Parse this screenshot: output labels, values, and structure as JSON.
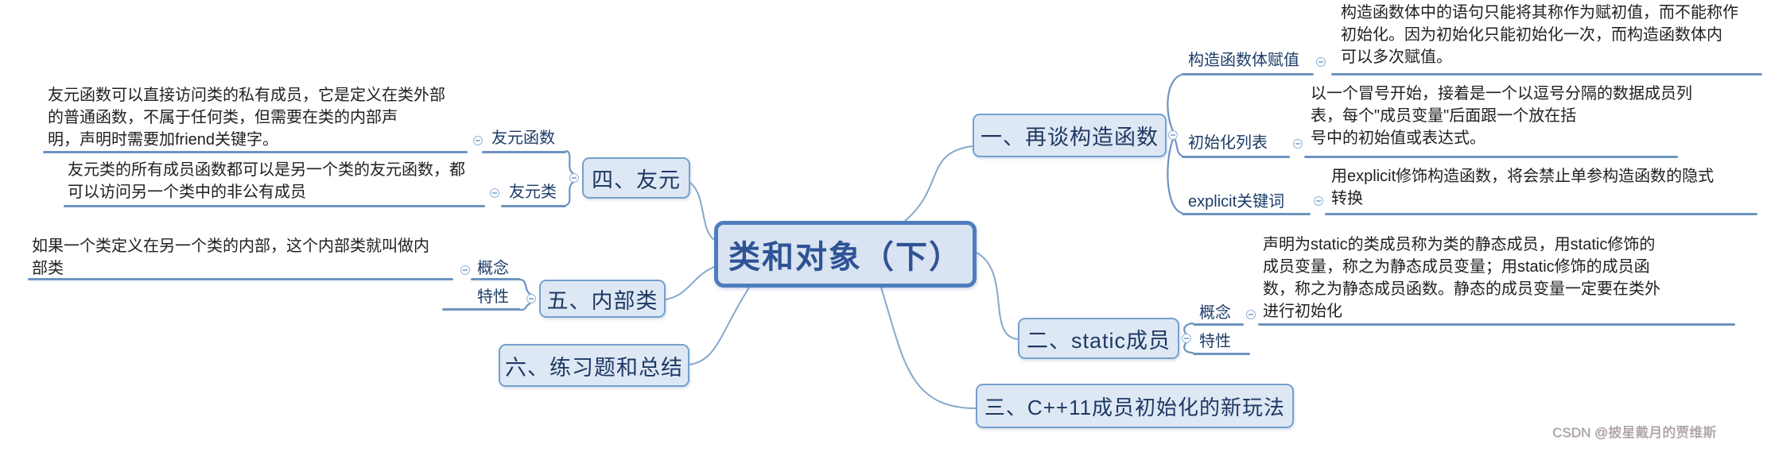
{
  "title": "类和对象（下）",
  "watermark": "CSDN @披星戴月的贾维斯",
  "colors": {
    "topic_fill": "#dee8f4",
    "topic_border": "#76a0cf",
    "root_border": "#4d7dbf",
    "line": "#6d94bf",
    "curve": "#85a8cd",
    "topic_text": "#1f3864",
    "detail_text": "#1f1f1f"
  },
  "branches": {
    "constructor": {
      "label": "一、再谈构造函数",
      "children": {
        "assign": {
          "label": "构造函数体赋值",
          "detail": [
            "构造函数体中的语句只能将其称作为赋初值，而不能称作",
            "初始化。因为初始化只能初始化一次，而构造函数体内",
            "可以多次赋值。"
          ]
        },
        "initlist": {
          "label": "初始化列表",
          "detail": [
            "以一个冒号开始，接着是一个以逗号分隔的数据成员列",
            "表，每个\"成员变量\"后面跟一个放在括",
            "号中的初始值或表达式。"
          ]
        },
        "explicit": {
          "label": "explicit关键词",
          "detail": [
            "用explicit修饰构造函数，将会禁止单参构造函数的隐式",
            "转换"
          ]
        }
      }
    },
    "static": {
      "label": "二、static成员",
      "children": {
        "concept": {
          "label": "概念",
          "detail": [
            "声明为static的类成员称为类的静态成员，用static修饰的",
            "成员变量，称之为静态成员变量；用static修饰的成员函",
            "数，称之为静态成员函数。静态的成员变量一定要在类外",
            "进行初始化"
          ]
        },
        "feature": {
          "label": "特性"
        }
      }
    },
    "cpp11": {
      "label": "三、C++11成员初始化的新玩法"
    },
    "friend": {
      "label": "四、友元",
      "children": {
        "func": {
          "label": "友元函数",
          "detail": [
            "友元函数可以直接访问类的私有成员，它是定义在类外部",
            "的普通函数，不属于任何类，但需要在类的内部声",
            "明，声明时需要加friend关键字。"
          ]
        },
        "cls": {
          "label": "友元类",
          "detail": [
            "友元类的所有成员函数都可以是另一个类的友元函数，都",
            "可以访问另一个类中的非公有成员"
          ]
        }
      }
    },
    "inner": {
      "label": "五、内部类",
      "children": {
        "concept": {
          "label": "概念",
          "detail": [
            "如果一个类定义在另一个类的内部，这个内部类就叫做内",
            "部类"
          ]
        },
        "feature": {
          "label": "特性"
        }
      }
    },
    "practice": {
      "label": "六、练习题和总结"
    }
  }
}
